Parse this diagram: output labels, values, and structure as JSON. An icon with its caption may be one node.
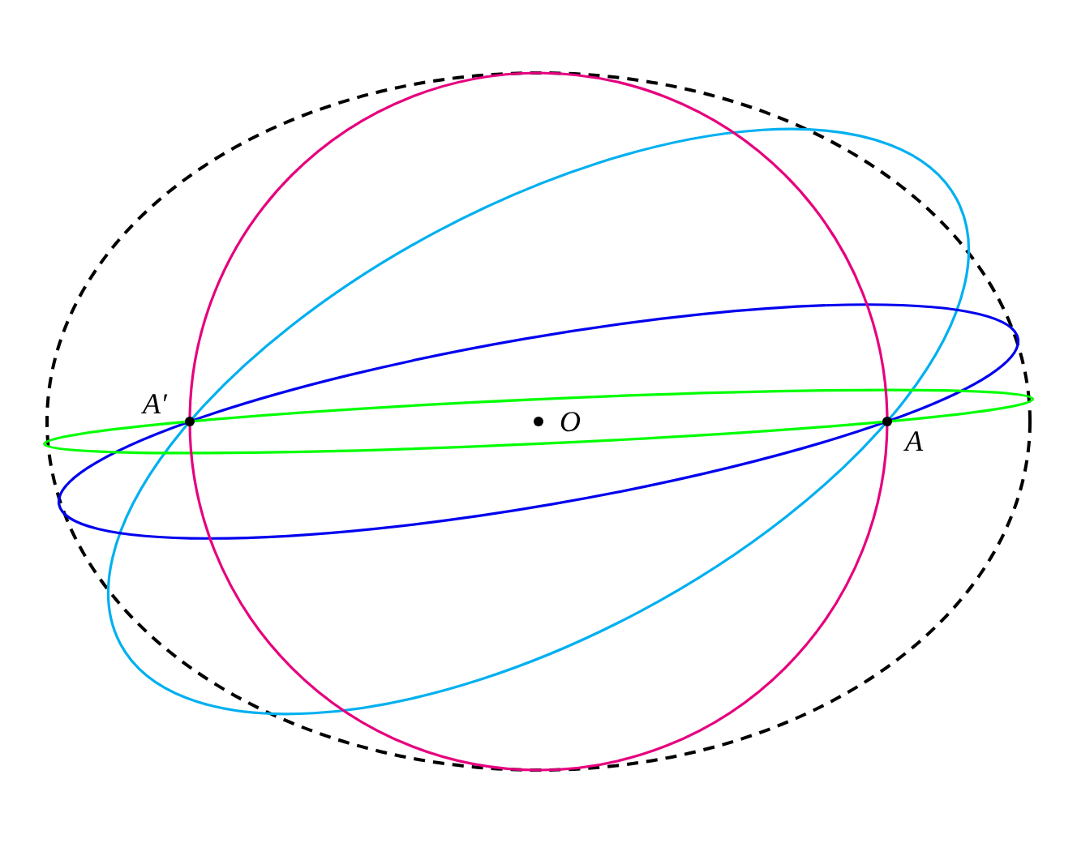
{
  "diagram": {
    "labels": [
      "A′",
      "O",
      "A"
    ]
  }
}
